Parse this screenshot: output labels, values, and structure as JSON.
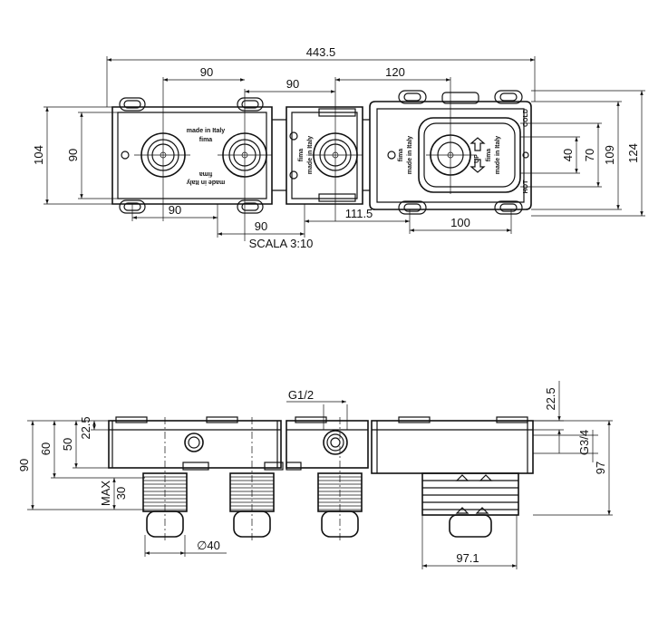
{
  "top_view": {
    "overall_width": "443.5",
    "d_90_a": "90",
    "d_90_b": "90",
    "d_120": "120",
    "d_104": "104",
    "d_90_left": "90",
    "d_40": "40",
    "d_70": "70",
    "d_109": "109",
    "d_124": "124",
    "d_90_bot_a": "90",
    "d_90_bot_b": "90",
    "d_111_5": "111.5",
    "d_100": "100",
    "scale": "SCALA  3:10",
    "stamp_line1": "made in Italy",
    "stamp_line2": "fima",
    "label_up": "UP",
    "label_cold": "COLD",
    "label_hot": "HOT"
  },
  "front_view": {
    "thread_top": "G1/2",
    "d_22_5_right": "22.5",
    "thread_right": "G3/4",
    "d_97": "97",
    "d_22_5_left": "22.5",
    "d_50": "50",
    "d_60": "60",
    "d_90": "90",
    "max_label": "MAX",
    "d_30": "30",
    "diameter": "∅40",
    "d_97_1": "97.1"
  }
}
